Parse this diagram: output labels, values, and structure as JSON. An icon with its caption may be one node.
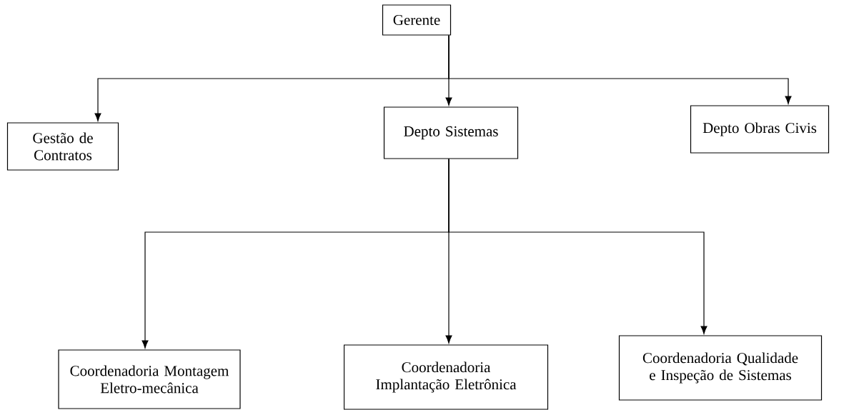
{
  "diagram": {
    "nodes": [
      {
        "text": [
          "Gerente"
        ]
      },
      {
        "text": [
          "Gestão de Contratos"
        ]
      },
      {
        "text": [
          "Depto Sistemas"
        ]
      },
      {
        "text": [
          "Depto Obras Civis"
        ]
      },
      {
        "text": [
          "Coordenadoria Montagem Eletro-mecânica"
        ]
      },
      {
        "text": [
          "Coordenadoria Implantação Eletrônica"
        ]
      },
      {
        "text": [
          "Coordenadoria Qualidade e Inspeção de Sistemas"
        ]
      }
    ],
    "edges": [
      {
        "from": 0,
        "to": 1,
        "arrow": "to"
      },
      {
        "from": 0,
        "to": 2,
        "arrow": "to"
      },
      {
        "from": 0,
        "to": 3,
        "arrow": "to"
      },
      {
        "from": 2,
        "to": 4,
        "arrow": "to"
      },
      {
        "from": 2,
        "to": 5,
        "arrow": "to"
      },
      {
        "from": 2,
        "to": 6,
        "arrow": "to"
      }
    ]
  }
}
